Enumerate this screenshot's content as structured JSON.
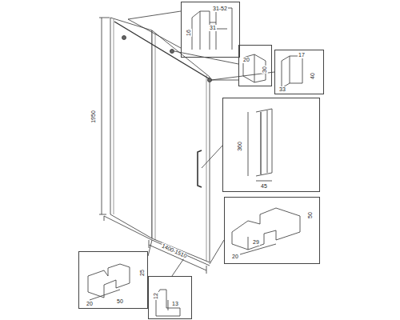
{
  "diagram": {
    "nodes": [
      {
        "text": [
          "16",
          "31-52",
          "31"
        ]
      },
      {
        "text": [
          "20",
          "30"
        ]
      },
      {
        "text": [
          "17",
          "40",
          "33"
        ]
      },
      {
        "text": [
          "360",
          "45"
        ]
      },
      {
        "text": [
          "20",
          "29",
          "50"
        ]
      },
      {
        "text": [
          "25",
          "20",
          "50"
        ]
      },
      {
        "text": [
          "12",
          "13"
        ]
      }
    ],
    "labels": [
      "1950",
      "1400-1510"
    ]
  }
}
